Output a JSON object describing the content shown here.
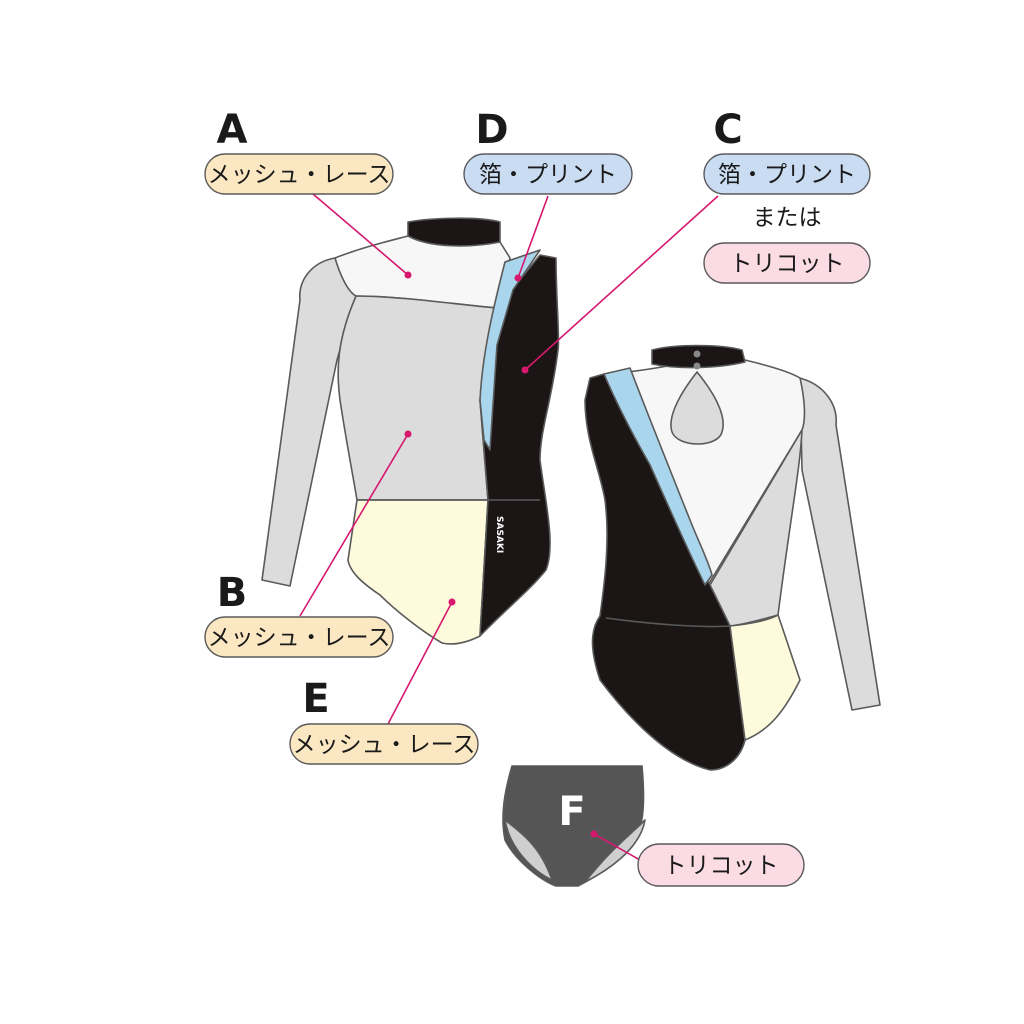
{
  "labels": {
    "A": {
      "letter": "A",
      "material": "メッシュ・レース"
    },
    "B": {
      "letter": "B",
      "material": "メッシュ・レース"
    },
    "C": {
      "letter": "C",
      "material": "箔・プリント",
      "connector": "または",
      "alt_material": "トリコット"
    },
    "D": {
      "letter": "D",
      "material": "箔・プリント"
    },
    "E": {
      "letter": "E",
      "material": "メッシュ・レース"
    },
    "F": {
      "letter": "F",
      "material": "トリコット"
    }
  },
  "logo": "SASAKI",
  "colors": {
    "mesh_pill": "#fbe8c2",
    "foil_pill": "#c9dcf2",
    "tricot_pill": "#fbdce4",
    "mesh_gray": "#dcdcdc",
    "mesh_white": "#f7f7f7",
    "cream": "#fdfbdc",
    "light_blue": "#a9d6ec",
    "black": "#1b1515",
    "dark_gray": "#555555",
    "leader": "#d6186f"
  }
}
